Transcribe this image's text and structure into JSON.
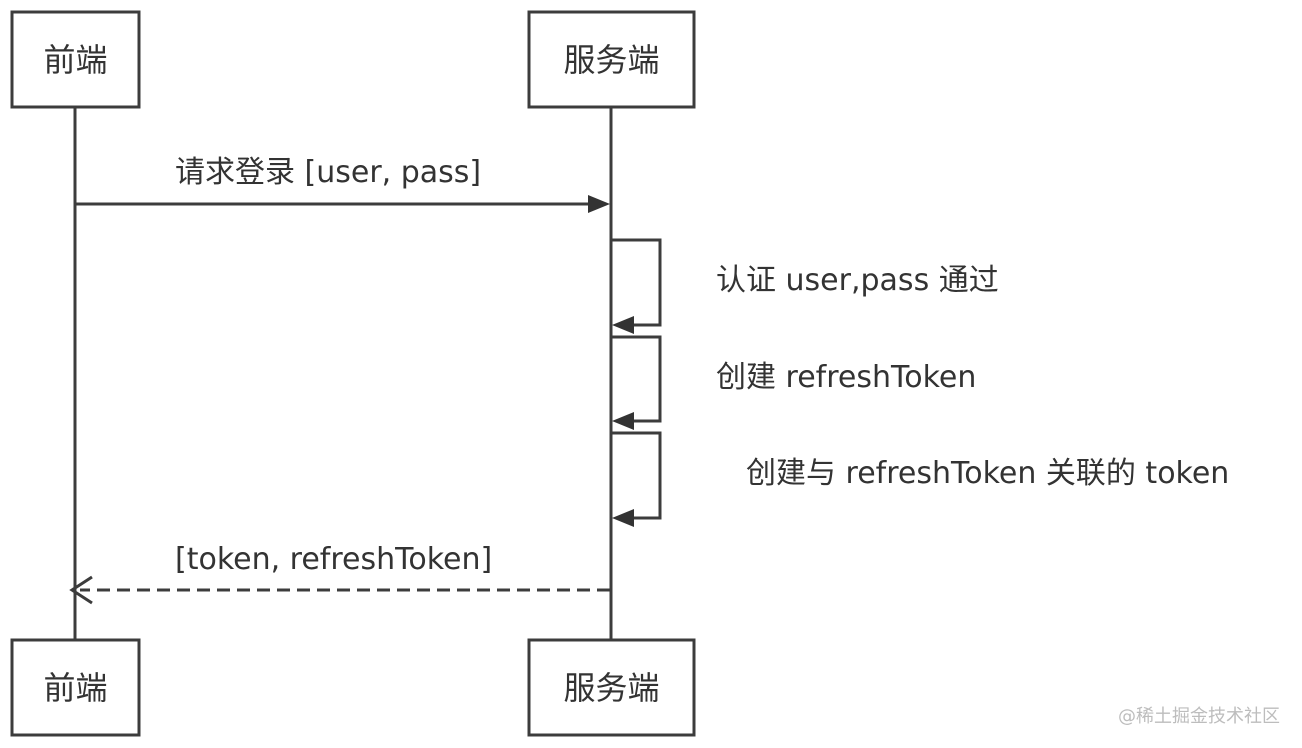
{
  "actors": {
    "frontend": {
      "label": "前端"
    },
    "server": {
      "label": "服务端"
    }
  },
  "messages": {
    "login_request": "请求登录 [user, pass]",
    "auth_pass": "认证 user,pass 通过",
    "create_refresh": "创建 refreshToken",
    "create_token": "创建与 refreshToken 关联的 token",
    "response": "[token, refreshToken]"
  },
  "watermark": "@稀土掘金技术社区",
  "colors": {
    "line": "#3c3c3c",
    "text": "#333333",
    "watermark": "#bdbdbd"
  }
}
